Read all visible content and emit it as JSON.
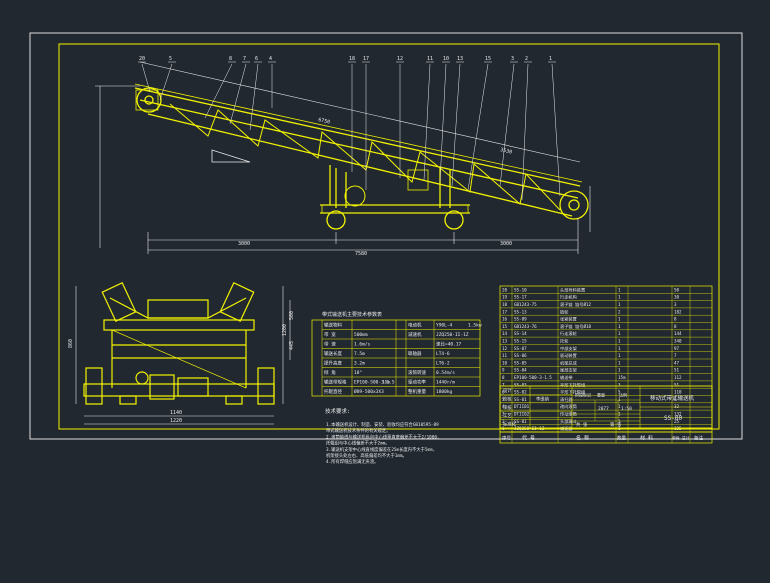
{
  "colors": {
    "background": "#212830",
    "frame": "#e0e0e0",
    "geometry": "#f2f200",
    "dimension": "#ececec",
    "table_line": "#f2f200",
    "text": "#e9e9e9"
  },
  "drawing": {
    "part_no": "SS-00",
    "top_callouts": [
      "20",
      "5",
      "8",
      "7",
      "6",
      "4",
      "18",
      "17",
      "12",
      "11",
      "10",
      "13",
      "15",
      "3",
      "2",
      "1"
    ],
    "dims": {
      "total_length": "7580",
      "left_seg": "3000",
      "right_seg": "3000",
      "belt_upper": "6750",
      "belt_lower": "3530",
      "front_width": "1140",
      "front_base": "1220",
      "front_height": "1200",
      "front_right_a": "500",
      "front_right_b": "445",
      "front_left": "860"
    },
    "spec_table": {
      "title": "带式输送机主要技术参数表",
      "left_rows": [
        {
          "label": "输送物料",
          "value": ""
        },
        {
          "label": "带 宽",
          "value": "500mm"
        },
        {
          "label": "带 速",
          "value": "1.6m/s"
        },
        {
          "label": "输送长度",
          "value": "7.5m"
        },
        {
          "label": "提升高度",
          "value": "3.2m"
        },
        {
          "label": "倾 角",
          "value": "18°"
        },
        {
          "label": "输送带规格",
          "value": "EP100-500-3-1.5",
          "extra": "15m"
        },
        {
          "label": "托辊直径",
          "value": "Ø89-500x3X3"
        }
      ],
      "right_rows": [
        {
          "label": "电动机",
          "value": "Y90L-4",
          "extra": "1.5kw"
        },
        {
          "label": "减速机",
          "value": "JZQ250-II-1Z"
        },
        {
          "label": "",
          "value": "速比=40.17"
        },
        {
          "label": "联轴器",
          "value": "LT4-6"
        },
        {
          "label": "",
          "value": "LT6-2"
        },
        {
          "label": "滚筒转速",
          "value": "0.54m/s"
        },
        {
          "label": "驱动功率",
          "value": "1440r/m"
        },
        {
          "label": "整机重量",
          "value": "1800kg"
        }
      ]
    },
    "tech_notes": {
      "title": "技术要求:",
      "lines": [
        "1.本输送机设计、制造、安装、验收均应符合GB10595-89",
        "  带式输送机技术条件的有关规定。",
        "2.滚筒轴线与输送机纵向中心线垂直度偏差不大于2/1000,",
        "  托辊组与中心线偏差不大于2mm。",
        "3.输送机支架中心线直线度偏差在25m长度内不大于5mm,",
        "  机架接头处左右、高低偏差均不大于1mm。",
        "4.所有焊缝应饱满无夹渣。"
      ]
    },
    "bom": {
      "rows": [
        {
          "no": "20",
          "code": "SS-10",
          "name": "头部导料装置",
          "qty": "1",
          "mat": "",
          "wt": "50"
        },
        {
          "no": "19",
          "code": "SS-17",
          "name": "行走机构",
          "qty": "1",
          "mat": "",
          "wt": "30"
        },
        {
          "no": "18",
          "code": "GB1243-75",
          "name": "滚子链 链号Ø12",
          "qty": "1",
          "mat": "",
          "wt": "3"
        },
        {
          "no": "17",
          "code": "SS-13",
          "name": "链轮",
          "qty": "2",
          "mat": "",
          "wt": "182"
        },
        {
          "no": "16",
          "code": "SS-09",
          "name": "张紧装置",
          "qty": "1",
          "mat": "",
          "wt": "8"
        },
        {
          "no": "15",
          "code": "GB1243-76",
          "name": "滚子链 链号Ø18",
          "qty": "1",
          "mat": "",
          "wt": "8"
        },
        {
          "no": "14",
          "code": "SS-14",
          "name": "行走滚轮",
          "qty": "1",
          "mat": "",
          "wt": "144"
        },
        {
          "no": "13",
          "code": "SS-15",
          "name": "托轮",
          "qty": "1",
          "mat": "",
          "wt": "340"
        },
        {
          "no": "12",
          "code": "SS-07",
          "name": "中部支架",
          "qty": "1",
          "mat": "",
          "wt": "97"
        },
        {
          "no": "11",
          "code": "SS-06",
          "name": "驱动装置",
          "qty": "1",
          "mat": "",
          "wt": "7"
        },
        {
          "no": "10",
          "code": "SS-05",
          "name": "机架总成",
          "qty": "1",
          "mat": "",
          "wt": "47"
        },
        {
          "no": "9",
          "code": "SS-04",
          "name": "尾部支架",
          "qty": "1",
          "mat": "",
          "wt": "51"
        },
        {
          "no": "8",
          "code": "EP100-500-3-1.5",
          "name": "输送带",
          "qty": "15m",
          "mat": "",
          "wt": "112"
        },
        {
          "no": "7",
          "code": "SS-03",
          "name": "平形下托辊组",
          "qty": "3",
          "mat": "",
          "wt": "51"
        },
        {
          "no": "6",
          "code": "SS-02",
          "name": "平形下托辊组",
          "qty": "5",
          "mat": "",
          "wt": "110"
        },
        {
          "no": "5",
          "code": "SS-01",
          "name": "清扫器",
          "qty": "1",
          "mat": "",
          "wt": "8"
        },
        {
          "no": "4",
          "code": "DTII01",
          "name": "改向滚筒",
          "qty": "1",
          "mat": "",
          "wt": "32"
        },
        {
          "no": "3",
          "code": "DTII02",
          "name": "传动滚筒",
          "qty": "1",
          "mat": "",
          "wt": "132"
        },
        {
          "no": "2",
          "code": "SS-01",
          "name": "头部漏斗",
          "qty": "1",
          "mat": "",
          "wt": "25"
        },
        {
          "no": "1",
          "code": "JZQ250-II-1Z",
          "name": "减速器",
          "qty": "1",
          "mat": "",
          "wt": "325"
        }
      ],
      "header": {
        "no": "序号",
        "code": "代 号",
        "name": "名 称",
        "qty": "数量",
        "mat": "材 料",
        "wt": "单件 总计",
        "note": "备注"
      }
    },
    "title_block": {
      "name": "移动式带式输送机",
      "code": "SS-00",
      "rows": [
        "设计",
        "校核",
        "审核",
        "工艺",
        "标准化"
      ],
      "designer": "李维纳",
      "sheet_cells": [
        "阶段标记",
        "重量",
        "比例"
      ],
      "weight": "2077",
      "scale": "1:50",
      "sheet_total": "共  张",
      "sheet_no": "第  张"
    }
  }
}
